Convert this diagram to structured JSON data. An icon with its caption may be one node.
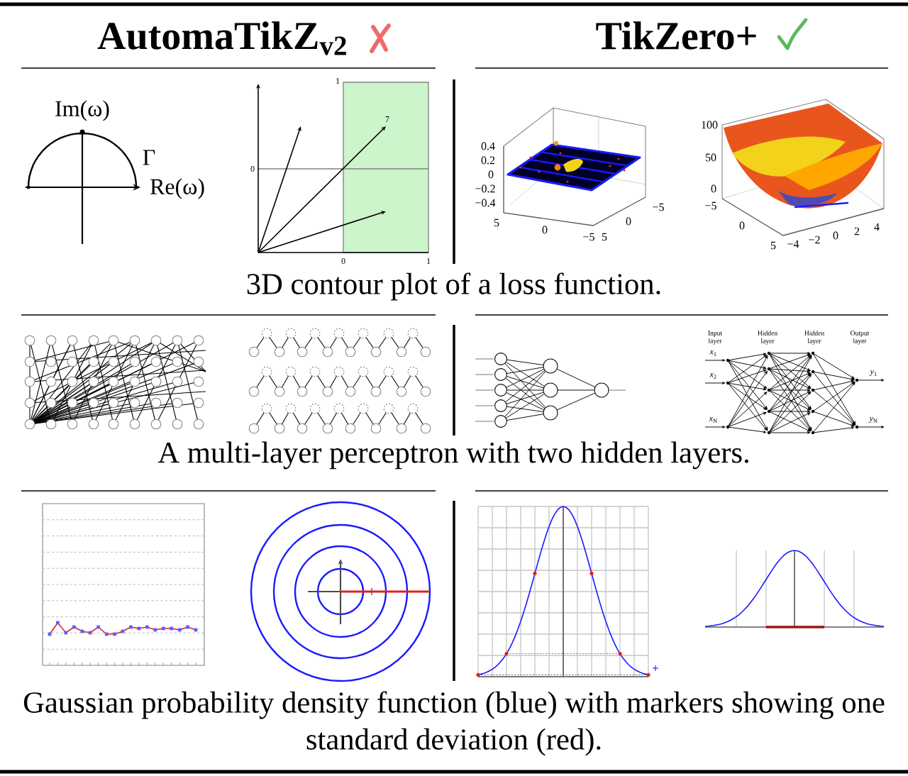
{
  "diagram": {
    "labels": [
      "AutomaTikZ$_{v2}$",
      "TikZero+",
      "Im(ω)",
      "Γ",
      "Re(ω)",
      "1",
      "7",
      "0",
      "0",
      "1",
      "0.4",
      "0.2",
      "0",
      "−0.2",
      "−0.4",
      "5",
      "0",
      "−5",
      "5",
      "0",
      "−5",
      "100",
      "50",
      "0",
      "−5",
      "0",
      "5",
      "−4",
      "−2",
      "0",
      "2",
      "4",
      "3D contour plot of a loss function.",
      "Input layer",
      "Hidden layer",
      "Hidden layer",
      "Output layer",
      "*x*$_{1}$",
      "*x*$_{2}$",
      "*x*$_{N}$",
      "*y*$_{1}$",
      "*y*$_{N}$",
      "A multi-layer perceptron with two hidden layers.",
      "Gaussian probability density function (blue) with markers showing one standard deviation (red)."
    ]
  }
}
